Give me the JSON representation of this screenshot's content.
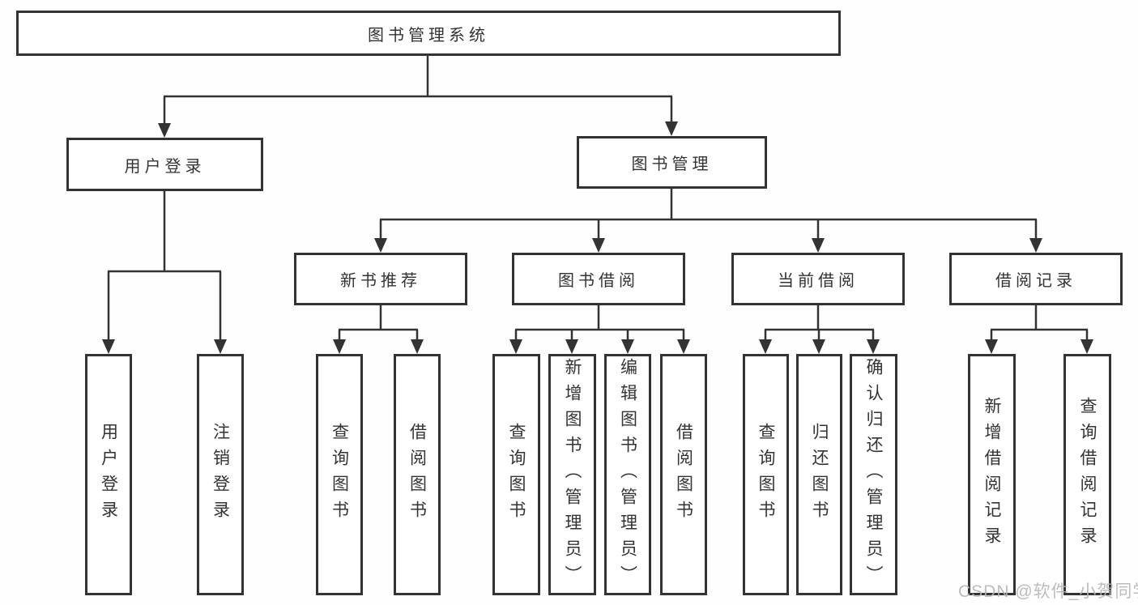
{
  "diagram": {
    "type": "tree",
    "colors": {
      "line": "#333333",
      "box_border": "#333333",
      "box_fill": "#ffffff",
      "text": "#333333",
      "watermark_text": "#b5b5b5",
      "background": "#ffffff"
    },
    "root": {
      "label": "图书管理系统"
    },
    "branches": [
      {
        "label": "用户登录"
      },
      {
        "label": "图书管理"
      }
    ],
    "modules": [
      {
        "label": "新书推荐",
        "parent": "图书管理"
      },
      {
        "label": "图书借阅",
        "parent": "图书管理"
      },
      {
        "label": "当前借阅",
        "parent": "图书管理"
      },
      {
        "label": "借阅记录",
        "parent": "图书管理"
      }
    ],
    "leaves": [
      {
        "label": "用户登录",
        "parent": "用户登录"
      },
      {
        "label": "注销登录",
        "parent": "用户登录"
      },
      {
        "label": "查询图书",
        "parent": "新书推荐"
      },
      {
        "label": "借阅图书",
        "parent": "新书推荐"
      },
      {
        "label": "查询图书",
        "parent": "图书借阅"
      },
      {
        "label": "新增图书（管理员）",
        "parent": "图书借阅"
      },
      {
        "label": "编辑图书（管理员）",
        "parent": "图书借阅"
      },
      {
        "label": "借阅图书",
        "parent": "图书借阅"
      },
      {
        "label": "查询图书",
        "parent": "当前借阅"
      },
      {
        "label": "归还图书",
        "parent": "当前借阅"
      },
      {
        "label": "确认归还（管理员）",
        "parent": "当前借阅"
      },
      {
        "label": "新增借阅记录",
        "parent": "借阅记录"
      },
      {
        "label": "查询借阅记录",
        "parent": "借阅记录"
      }
    ],
    "watermark": {
      "label": "CSDN @软件_小贺同学"
    }
  }
}
